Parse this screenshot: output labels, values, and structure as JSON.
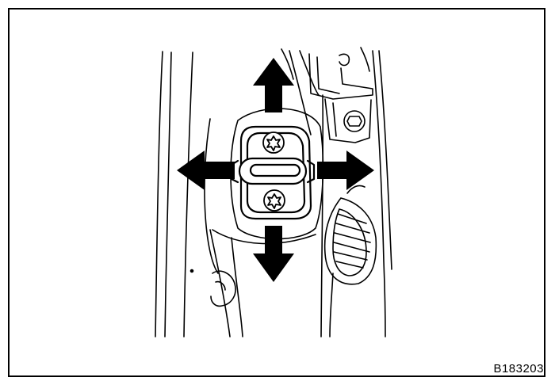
{
  "figure": {
    "id_label": "B183203",
    "subject": "door-lock-striker",
    "arrow_directions": [
      "up",
      "down",
      "left",
      "right"
    ],
    "line_color": "#000000",
    "fill_color": "#ffffff"
  }
}
